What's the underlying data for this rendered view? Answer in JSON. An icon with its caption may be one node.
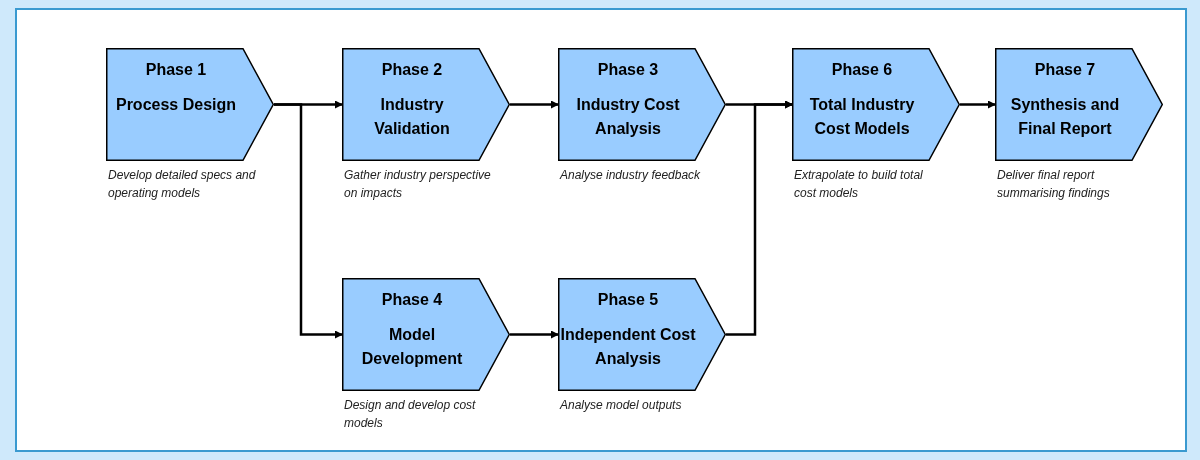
{
  "diagram": {
    "nodes": [
      {
        "text": [
          "Phase 1",
          "Process Design"
        ],
        "beside": [
          "Develop detailed specs and operating models"
        ]
      },
      {
        "text": [
          "Phase 2",
          "Industry Validation"
        ],
        "beside": [
          "Gather industry perspective on impacts"
        ]
      },
      {
        "text": [
          "Phase 3",
          "Industry Cost Analysis"
        ],
        "beside": [
          "Analyse industry feedback"
        ]
      },
      {
        "text": [
          "Phase 6",
          "Total Industry Cost Models"
        ],
        "beside": [
          "Extrapolate to build total cost models"
        ]
      },
      {
        "text": [
          "Phase 7",
          "Synthesis and Final Report"
        ],
        "beside": [
          "Deliver final report summarising findings"
        ]
      },
      {
        "text": [
          "Phase 4",
          "Model Development"
        ],
        "beside": [
          "Design and develop cost models"
        ]
      },
      {
        "text": [
          "Phase 5",
          "Independent Cost Analysis"
        ],
        "beside": [
          "Analyse model outputs"
        ]
      }
    ],
    "edges": [
      {
        "from": 0,
        "to": 1,
        "arrow": "to"
      },
      {
        "from": 0,
        "to": 5,
        "arrow": "to"
      },
      {
        "from": 1,
        "to": 2,
        "arrow": "to"
      },
      {
        "from": 2,
        "to": 3,
        "arrow": "to"
      },
      {
        "from": 6,
        "to": 3,
        "arrow": "to"
      },
      {
        "from": 5,
        "to": 6,
        "arrow": "to"
      },
      {
        "from": 3,
        "to": 4,
        "arrow": "to"
      }
    ]
  }
}
